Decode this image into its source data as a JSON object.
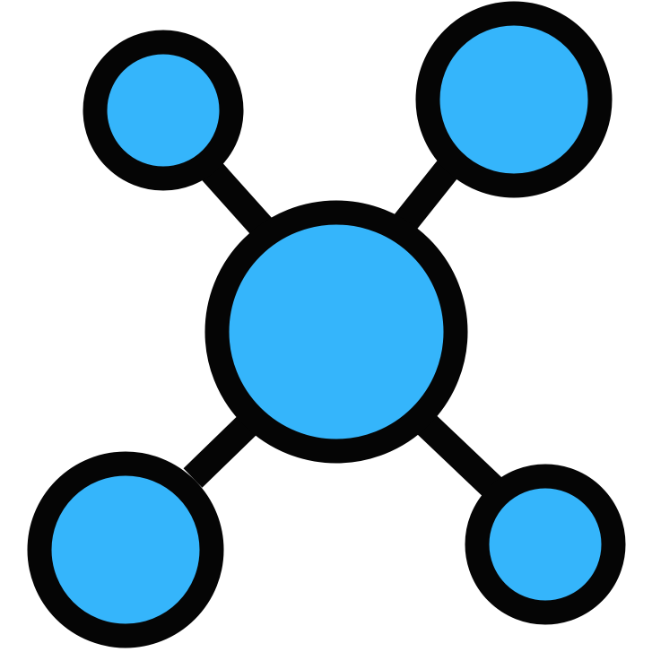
{
  "icon": {
    "name": "network-hub-icon",
    "description_tag": "hub-and-spoke",
    "node_count": 5,
    "connector_count": 4
  },
  "colors": {
    "node_fill": "#35B5FB",
    "stroke": "#050505",
    "background": "#FFFFFF"
  }
}
